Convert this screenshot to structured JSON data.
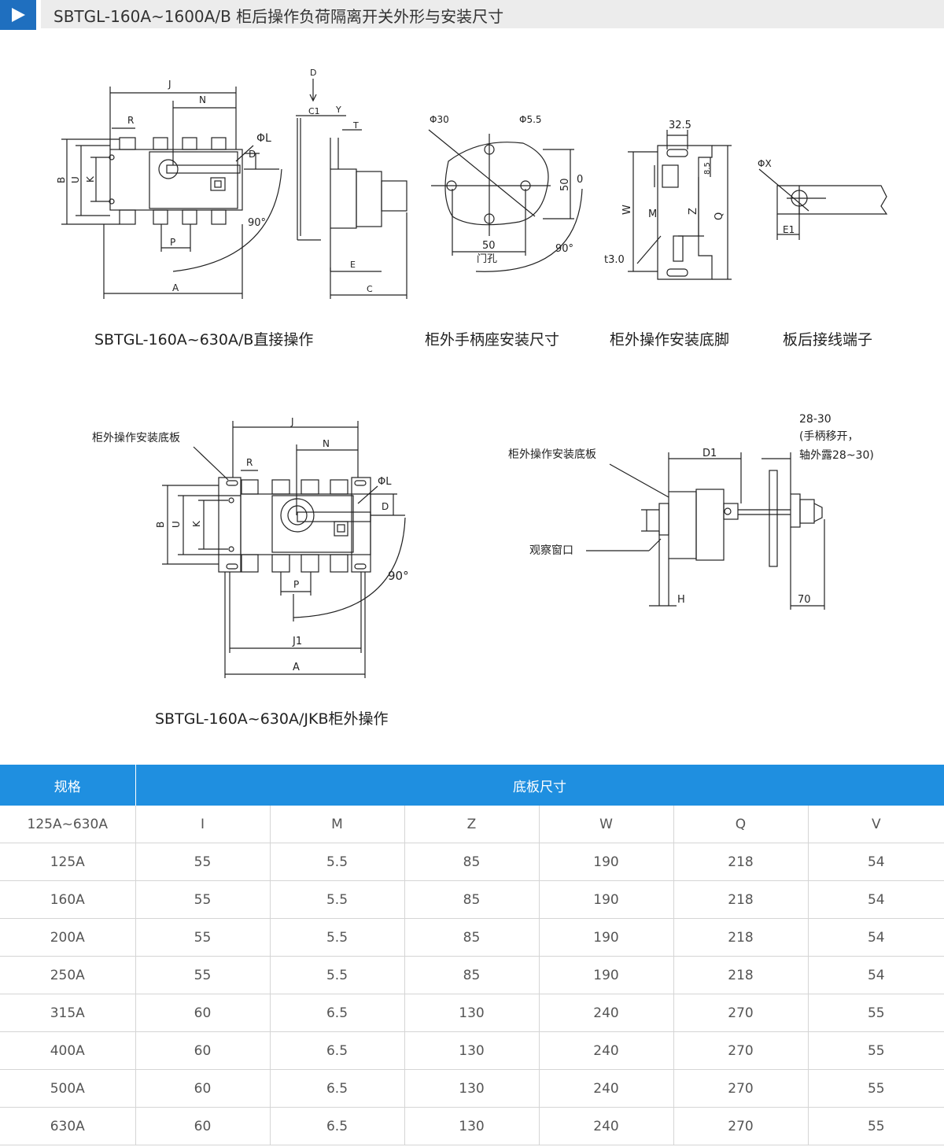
{
  "header": {
    "title": "SBTGL-160A~1600A/B 柜后操作负荷隔离开关外形与安装尺寸"
  },
  "drawing_labels": {
    "J": "J",
    "N": "N",
    "R": "R",
    "PhiL": "ΦL",
    "B": "B",
    "U": "U",
    "K": "K",
    "D": "D",
    "P": "P",
    "A": "A",
    "deg90": "90°",
    "C1": "C1",
    "Y": "Y",
    "T": "T",
    "E": "E",
    "C": "C",
    "phi30": "Φ30",
    "phi55": "Φ5.5",
    "v50a": "50",
    "v50b": "50",
    "zero": "0",
    "door": "门孔",
    "deg90b": "90°",
    "v325": "32.5",
    "v85": "8.5",
    "W": "W",
    "M": "M",
    "Z": "Z",
    "Q": "Q",
    "t30": "t3.0",
    "phiX": "ΦX",
    "E1": "E1",
    "plate1": "柜外操作安装底板",
    "J1": "J1",
    "plate2": "柜外操作安装底板",
    "D1": "D1",
    "range": "28-30",
    "note1": "(手柄移开，",
    "note2": "轴外露28~30)",
    "window": "观察窗口",
    "H": "H",
    "v70": "70"
  },
  "captions": {
    "c1": "SBTGL-160A~630A/B直接操作",
    "c2": "柜外手柄座安装尺寸",
    "c3": "柜外操作安装底脚",
    "c4": "板后接线端子",
    "c5": "SBTGL-160A~630A/JKB柜外操作"
  },
  "table": {
    "head_spec": "规格",
    "head_plate": "底板尺寸",
    "sub": [
      "125A~630A",
      "I",
      "M",
      "Z",
      "W",
      "Q",
      "V"
    ],
    "rows": [
      [
        "125A",
        "55",
        "5.5",
        "85",
        "190",
        "218",
        "54"
      ],
      [
        "160A",
        "55",
        "5.5",
        "85",
        "190",
        "218",
        "54"
      ],
      [
        "200A",
        "55",
        "5.5",
        "85",
        "190",
        "218",
        "54"
      ],
      [
        "250A",
        "55",
        "5.5",
        "85",
        "190",
        "218",
        "54"
      ],
      [
        "315A",
        "60",
        "6.5",
        "130",
        "240",
        "270",
        "55"
      ],
      [
        "400A",
        "60",
        "6.5",
        "130",
        "240",
        "270",
        "55"
      ],
      [
        "500A",
        "60",
        "6.5",
        "130",
        "240",
        "270",
        "55"
      ],
      [
        "630A",
        "60",
        "6.5",
        "130",
        "240",
        "270",
        "55"
      ]
    ]
  },
  "colors": {
    "accent": "#1f6fbf",
    "table_head": "#1f8fe0",
    "header_bg": "#ececec"
  }
}
